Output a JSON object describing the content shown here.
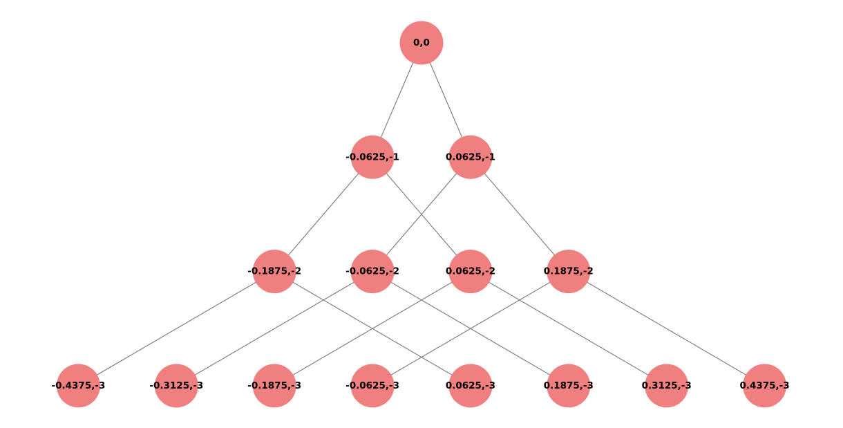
{
  "diagram": {
    "type": "tree-graph",
    "node_color": "#f07f7f",
    "edge_color": "#808080",
    "label_color": "#000000",
    "nodes": [
      {
        "id": "n0",
        "label": "0,0"
      },
      {
        "id": "n1",
        "label": "-0.0625,-1"
      },
      {
        "id": "n2",
        "label": "0.0625,-1"
      },
      {
        "id": "n3",
        "label": "-0.1875,-2"
      },
      {
        "id": "n4",
        "label": "-0.0625,-2"
      },
      {
        "id": "n5",
        "label": "0.0625,-2"
      },
      {
        "id": "n6",
        "label": "0.1875,-2"
      },
      {
        "id": "n7",
        "label": "-0.4375,-3"
      },
      {
        "id": "n8",
        "label": "-0.3125,-3"
      },
      {
        "id": "n9",
        "label": "-0.1875,-3"
      },
      {
        "id": "n10",
        "label": "-0.0625,-3"
      },
      {
        "id": "n11",
        "label": "0.0625,-3"
      },
      {
        "id": "n12",
        "label": "0.1875,-3"
      },
      {
        "id": "n13",
        "label": "0.3125,-3"
      },
      {
        "id": "n14",
        "label": "0.4375,-3"
      }
    ],
    "edges": [
      [
        "n0",
        "n1"
      ],
      [
        "n0",
        "n2"
      ],
      [
        "n1",
        "n3"
      ],
      [
        "n1",
        "n5"
      ],
      [
        "n2",
        "n4"
      ],
      [
        "n2",
        "n6"
      ],
      [
        "n3",
        "n7"
      ],
      [
        "n3",
        "n11"
      ],
      [
        "n4",
        "n8"
      ],
      [
        "n4",
        "n12"
      ],
      [
        "n5",
        "n9"
      ],
      [
        "n5",
        "n13"
      ],
      [
        "n6",
        "n10"
      ],
      [
        "n6",
        "n14"
      ]
    ]
  }
}
